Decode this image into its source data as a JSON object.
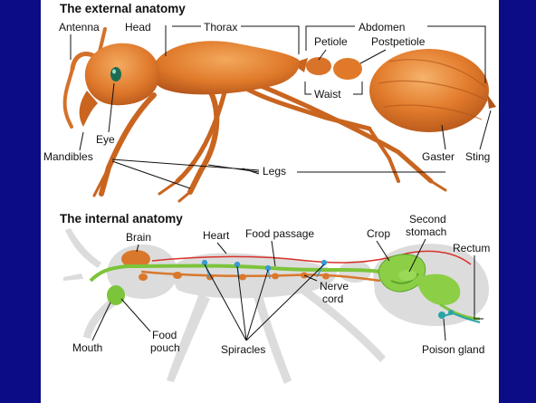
{
  "external": {
    "title": "The external anatomy",
    "labels": {
      "antenna": "Antenna",
      "head": "Head",
      "thorax": "Thorax",
      "abdomen": "Abdomen",
      "petiole": "Petiole",
      "postpetiole": "Postpetiole",
      "waist": "Waist",
      "eye": "Eye",
      "mandibles": "Mandibles",
      "legs": "Legs",
      "gaster": "Gaster",
      "sting": "Sting"
    }
  },
  "internal": {
    "title": "The internal anatomy",
    "labels": {
      "brain": "Brain",
      "heart": "Heart",
      "food_passage": "Food passage",
      "crop": "Crop",
      "second_stomach_1": "Second",
      "second_stomach_2": "stomach",
      "rectum": "Rectum",
      "nerve_cord_1": "Nerve",
      "nerve_cord_2": "cord",
      "mouth": "Mouth",
      "food_pouch_1": "Food",
      "food_pouch_2": "pouch",
      "spiracles": "Spiracles",
      "poison_gland": "Poison gland"
    }
  },
  "colors": {
    "frame": "#0c0c86",
    "ant_body": "#e07a2a",
    "ant_highlight": "#f3a85c",
    "ant_shadow": "#b3541a",
    "silhouette": "#dcdcdc",
    "gut": "#7cc43a",
    "heart_line": "#d8322a",
    "nerve": "#d9782c",
    "trachea": "#3a9ad0",
    "poison_gland": "#2aa3a8"
  }
}
